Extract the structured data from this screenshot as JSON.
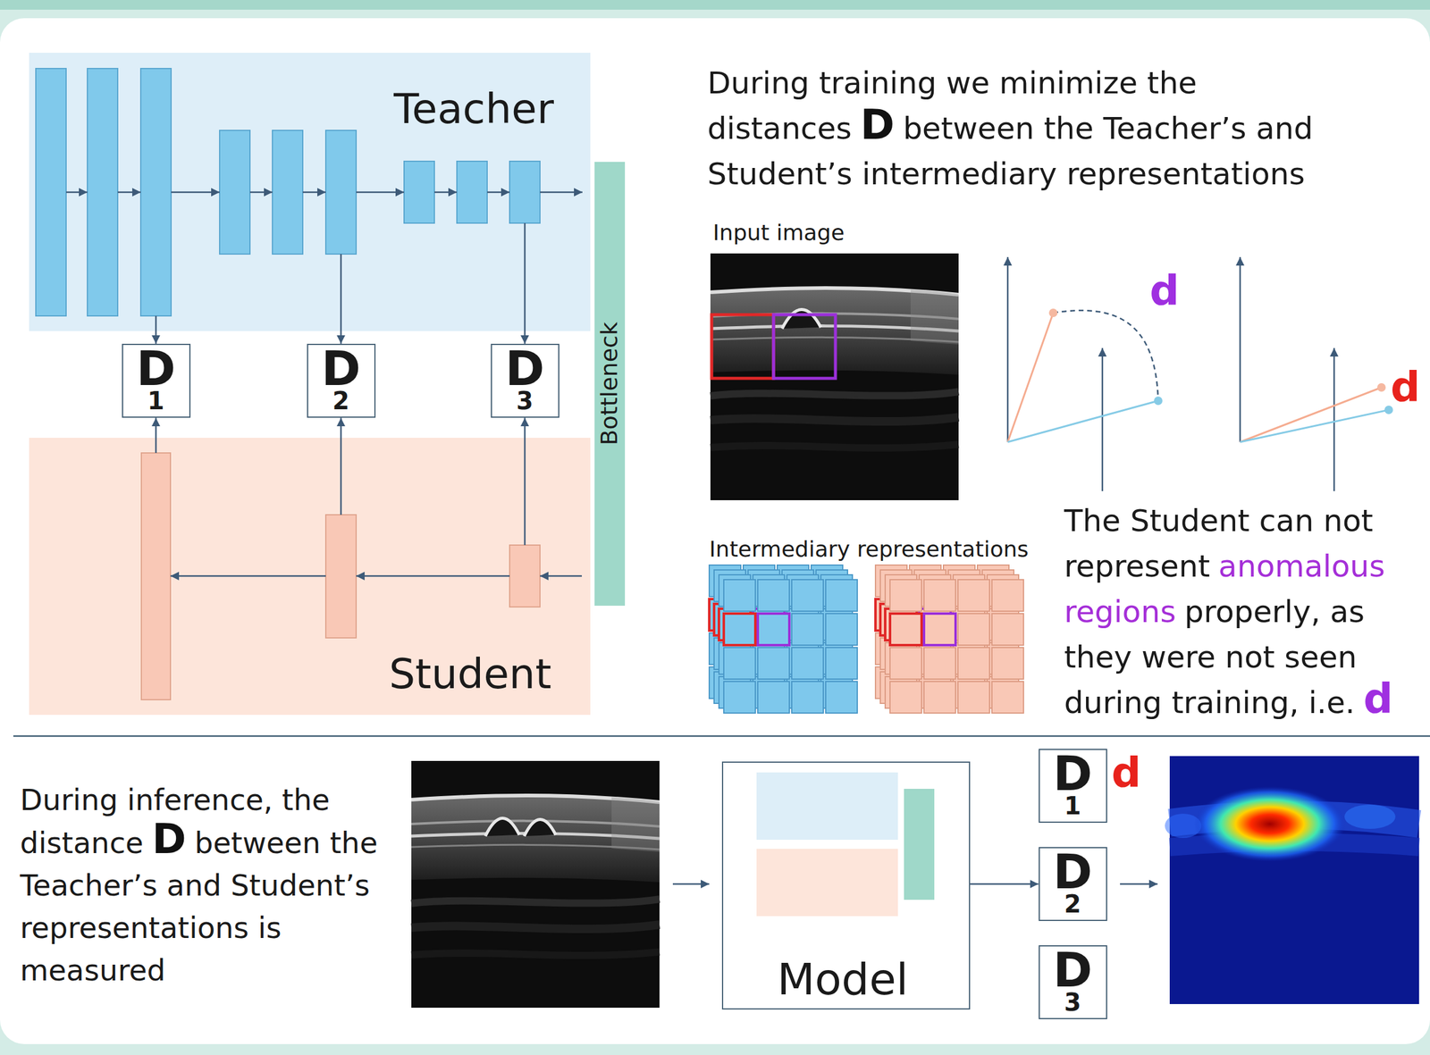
{
  "diagram": {
    "nodes": [
      {
        "text": [
          "Teacher"
        ]
      },
      {
        "text": [
          "D",
          "1"
        ]
      },
      {
        "text": [
          "D",
          "2"
        ]
      },
      {
        "text": [
          "D",
          "3"
        ]
      },
      {
        "text": [
          "Bottleneck"
        ]
      },
      {
        "text": [
          "Student"
        ]
      },
      {
        "text": [
          "Model"
        ]
      },
      {
        "text": [
          "D",
          "1"
        ]
      },
      {
        "text": [
          "D",
          "2"
        ]
      },
      {
        "text": [
          "D",
          "3"
        ]
      }
    ],
    "edges": [
      {
        "from": 0,
        "to": 1,
        "arrow": "to"
      },
      {
        "from": 0,
        "to": 2,
        "arrow": "to"
      },
      {
        "from": 0,
        "to": 3,
        "arrow": "to"
      },
      {
        "from": 5,
        "to": 1,
        "arrow": "to"
      },
      {
        "from": 5,
        "to": 2,
        "arrow": "to"
      },
      {
        "from": 5,
        "to": 3,
        "arrow": "to"
      },
      {
        "from": 6,
        "to": 8,
        "arrow": "to"
      }
    ],
    "labels": [
      "During training we minimize the distances",
      "D",
      "between the Teacher’s and Student’s intermediary representations",
      "Input image",
      "d",
      "d",
      "Intermediary representations",
      "The Student can not represent",
      "anomalous regions",
      "properly, as they were not seen during training, i.e.",
      "d",
      "During inference, the distance",
      "D",
      "between the Teacher’s and Student’s representations is measured",
      "d"
    ]
  }
}
